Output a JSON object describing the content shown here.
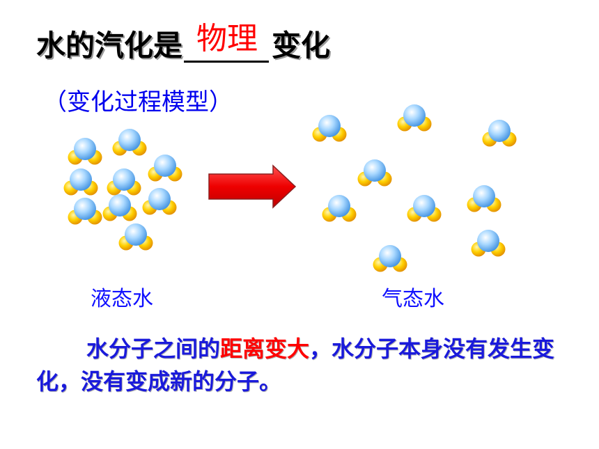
{
  "title": {
    "prefix": "水的汽化是",
    "answer": "物理",
    "suffix": "变化"
  },
  "subtitle": "（变化过程模型）",
  "labels": {
    "liquid": "液态水",
    "gas": "气态水"
  },
  "conclusion": {
    "part1": "水分子之间的",
    "highlight": "距离变大",
    "part2": "，水分子本身没有发生变化，没有变成新的分子。"
  },
  "colors": {
    "oxygen": "#88c8ff",
    "hydrogen": "#ffd000",
    "arrow": "#ff0000",
    "answer": "#ff0000",
    "text_blue": "#1010ff"
  },
  "icons": {
    "molecule": "water-molecule-icon",
    "arrow": "right-arrow-icon"
  }
}
